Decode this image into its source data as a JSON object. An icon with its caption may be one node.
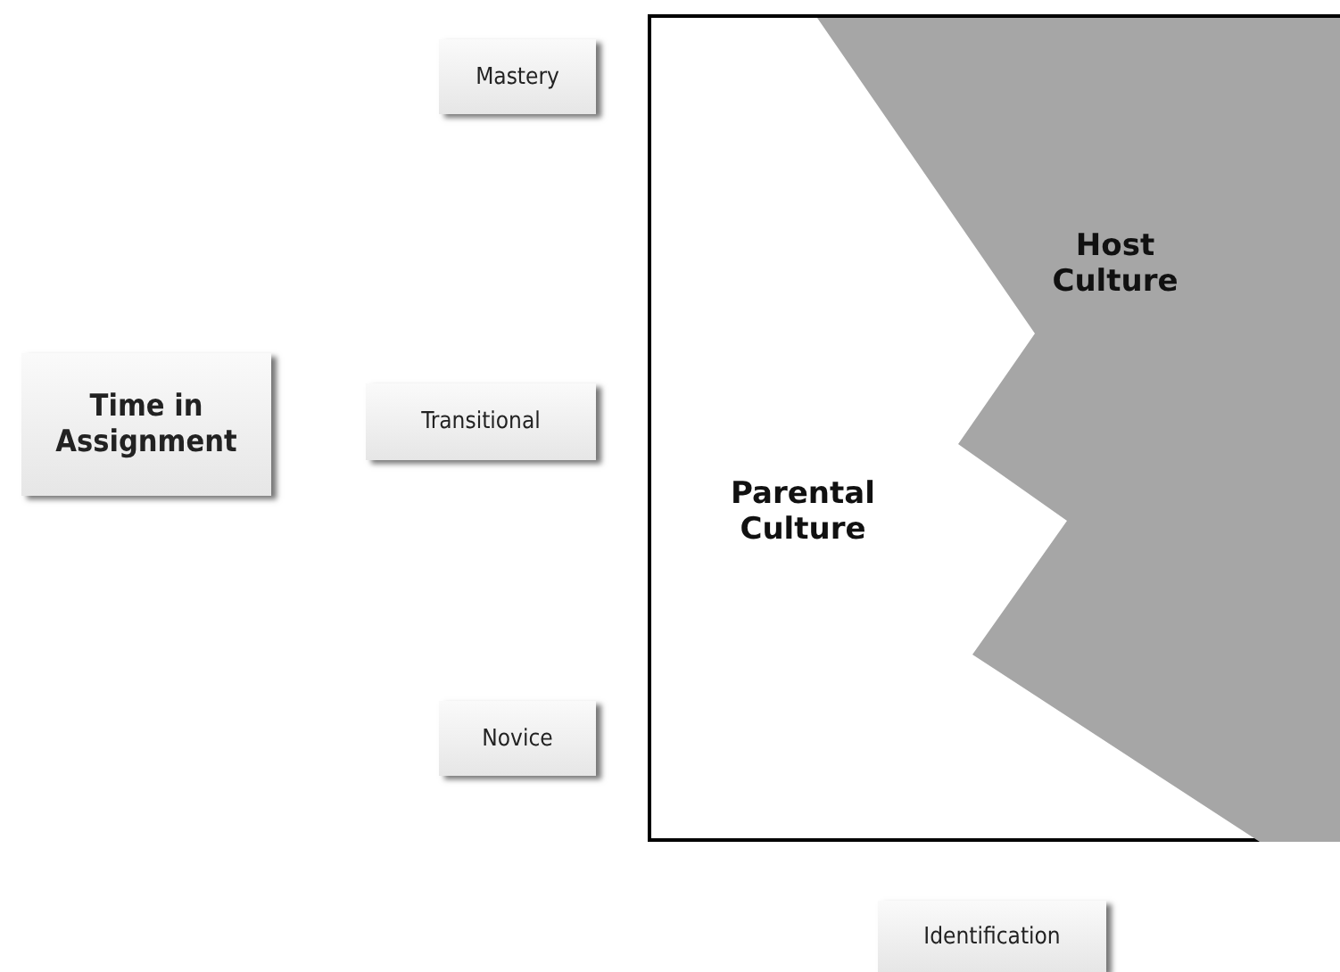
{
  "diagram": {
    "nodes": [
      {
        "text": [
          "Mastery"
        ]
      },
      {
        "text": [],
        "shape": "box"
      },
      {
        "text": [
          "Host Culture"
        ],
        "in": 1
      },
      {
        "text": [
          "Time in Assignment"
        ]
      },
      {
        "text": [
          "Transitional"
        ]
      },
      {
        "text": [
          "Parental Culture"
        ],
        "in": 1
      },
      {
        "text": [
          "Novice"
        ]
      },
      {
        "text": [
          "Identification"
        ]
      }
    ]
  }
}
